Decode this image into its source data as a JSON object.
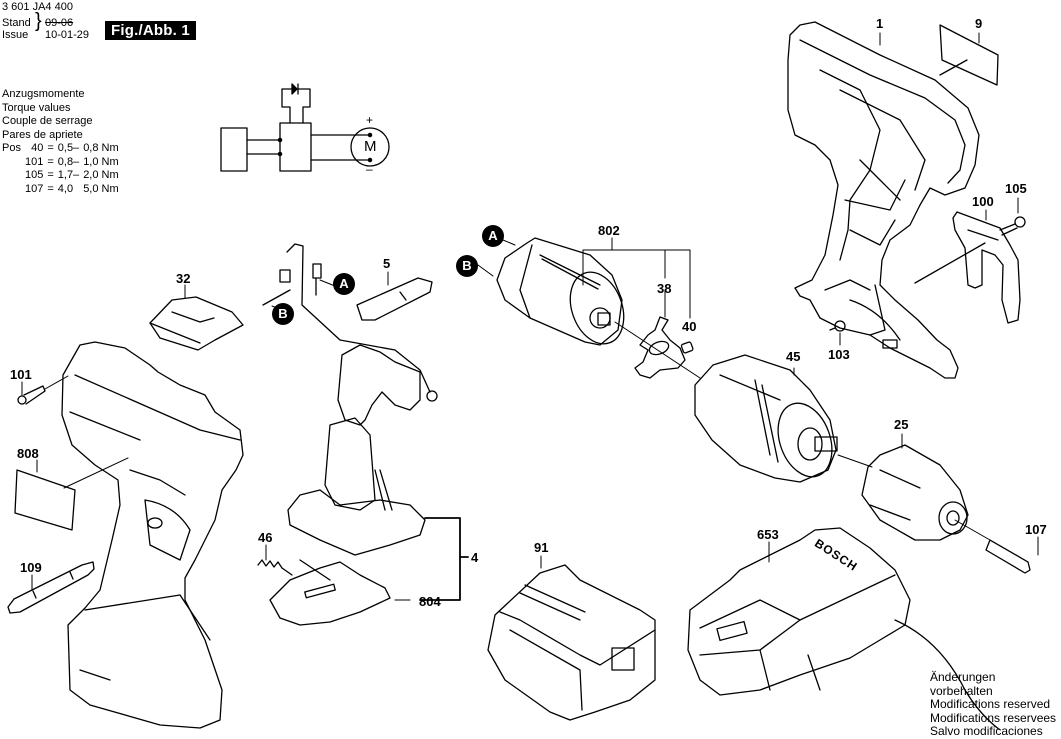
{
  "header": {
    "part_number": "3 601 JA4 400",
    "stand_label": "Stand",
    "issue_label": "Issue",
    "old_date": "09-06",
    "issue_date": "10-01-29",
    "figure_label": "Fig./Abb. 1"
  },
  "torque": {
    "titles": [
      "Anzugsmomente",
      "Torque values",
      "Couple de serrage",
      "Pares de apriete"
    ],
    "pos_label": "Pos",
    "rows": [
      {
        "pos": "40",
        "eq": "=",
        "min": "0,5–",
        "max": "0,8 Nm"
      },
      {
        "pos": "101",
        "eq": "=",
        "min": "0,8–",
        "max": "1,0 Nm"
      },
      {
        "pos": "105",
        "eq": "=",
        "min": "1,7–",
        "max": "2,0 Nm"
      },
      {
        "pos": "107",
        "eq": "=",
        "min": "4,0",
        "max": "5,0 Nm"
      }
    ]
  },
  "circuit": {
    "motor_label": "M",
    "plus": "+",
    "minus": "–"
  },
  "callouts": {
    "p1": "1",
    "p9": "9",
    "p100": "100",
    "p105": "105",
    "p103": "103",
    "p802": "802",
    "p38": "38",
    "p40": "40",
    "p45": "45",
    "p25": "25",
    "p107": "107",
    "p653": "653",
    "p91": "91",
    "p4": "4",
    "p804": "804",
    "p46": "46",
    "p5": "5",
    "p32": "32",
    "p101": "101",
    "p808": "808",
    "p109": "109"
  },
  "connectors": {
    "a": "A",
    "b": "B"
  },
  "charger_brand": "BOSCH",
  "notes": [
    "Änderungen vorbehalten",
    "Modifications reserved",
    "Modifications reservees",
    "Salvo modificaciones"
  ]
}
